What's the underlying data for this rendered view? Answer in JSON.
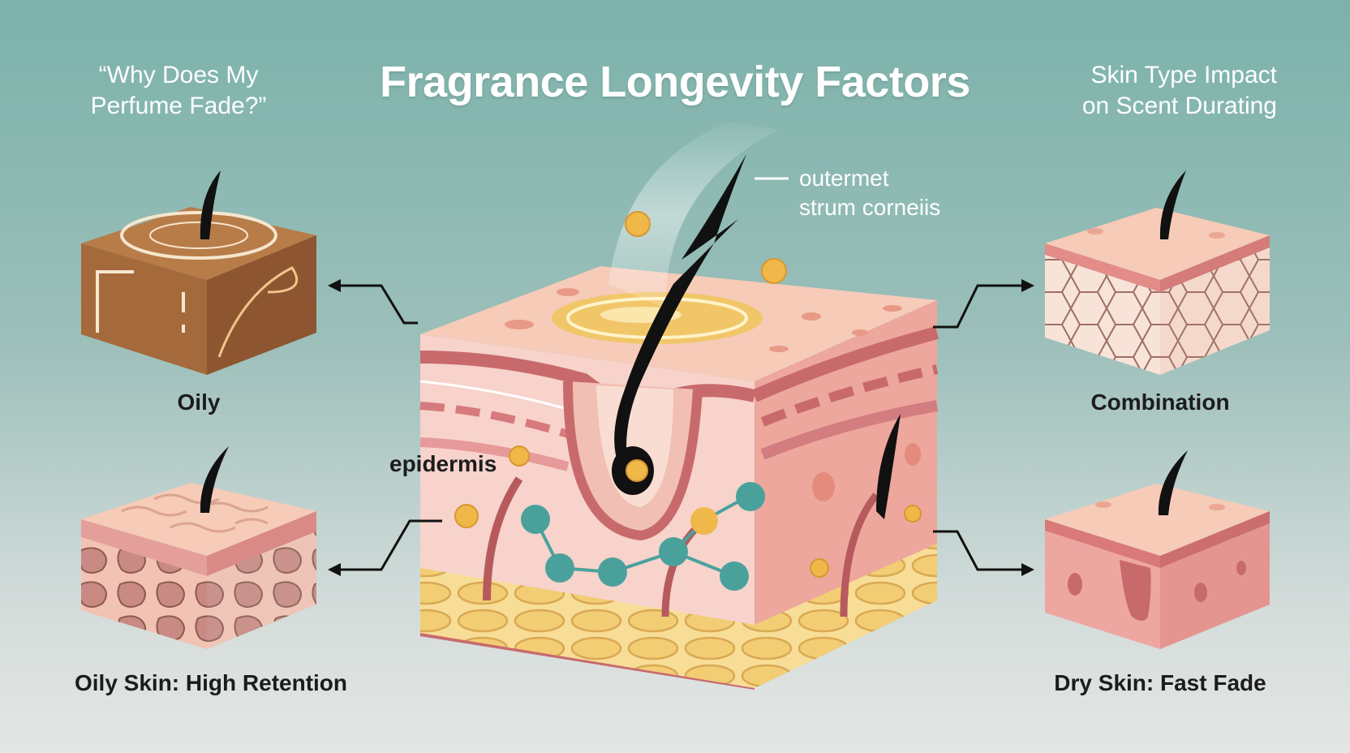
{
  "header": {
    "title": "Fragrance Longevity Factors",
    "left_question_line1": "“Why Does My",
    "left_question_line2": "Perfume Fade?”",
    "right_subtitle_line1": "Skin Type Impact",
    "right_subtitle_line2": "on Scent Durating"
  },
  "center_diagram": {
    "annotation_line1": "outermet",
    "annotation_line2": "strum corneiis",
    "epidermis_label": "epidermis"
  },
  "skin_types": {
    "top_left": "Oily",
    "bottom_left": "Oily Skin: High Retention",
    "top_right": "Combination",
    "bottom_right": "Dry Skin: Fast Fade"
  },
  "colors": {
    "skin_light": "#f6cbb8",
    "skin_mid": "#eea9a0",
    "dermis_red": "#c86a6c",
    "fat_yellow": "#f3d482",
    "oily_brown": "#a56a3b",
    "molecule_teal": "#4aa19c",
    "droplet_gold": "#f0b848",
    "hair": "#111111"
  }
}
